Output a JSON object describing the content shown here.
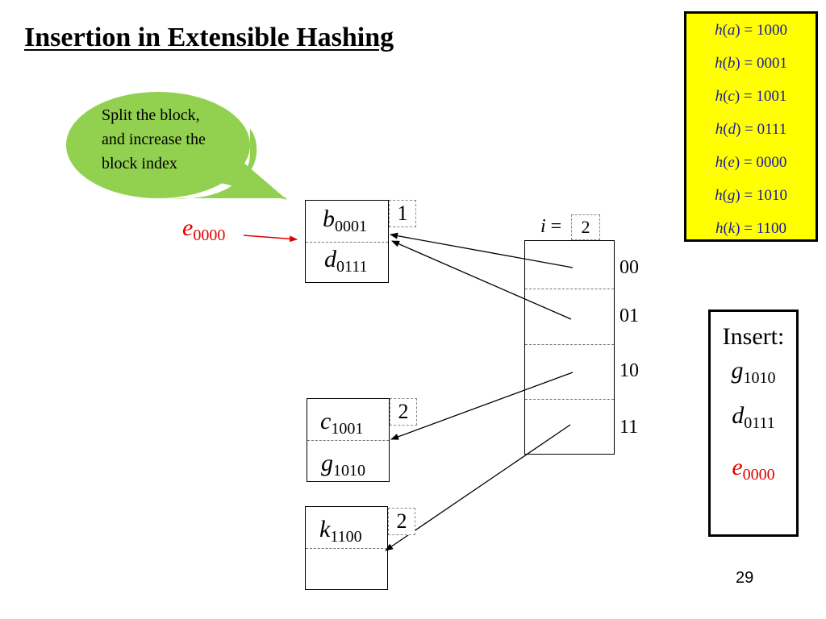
{
  "title": "Insertion in Extensible Hashing",
  "hash_table": {
    "rows": [
      {
        "key": "a",
        "value": "1000"
      },
      {
        "key": "b",
        "value": "0001"
      },
      {
        "key": "c",
        "value": "1001"
      },
      {
        "key": "d",
        "value": "0111"
      },
      {
        "key": "e",
        "value": "0000"
      },
      {
        "key": "g",
        "value": "1010"
      },
      {
        "key": "k",
        "value": "1100"
      }
    ]
  },
  "callout": {
    "lines": [
      "Split the block,",
      "and increase the",
      "block index"
    ]
  },
  "incoming": {
    "key": "e",
    "hash": "0000"
  },
  "directory": {
    "i_label": "i",
    "equals": "=",
    "global_depth": "2",
    "entries": [
      "00",
      "01",
      "10",
      "11"
    ]
  },
  "buckets": [
    {
      "depth": "1",
      "records": [
        {
          "key": "b",
          "hash": "0001"
        },
        {
          "key": "d",
          "hash": "0111"
        }
      ]
    },
    {
      "depth": "2",
      "records": [
        {
          "key": "c",
          "hash": "1001"
        },
        {
          "key": "g",
          "hash": "1010"
        }
      ]
    },
    {
      "depth": "2",
      "records": [
        {
          "key": "k",
          "hash": "1100"
        },
        {
          "key": "",
          "hash": ""
        }
      ]
    }
  ],
  "insert_panel": {
    "title": "Insert:",
    "items": [
      {
        "key": "g",
        "hash": "1010"
      },
      {
        "key": "d",
        "hash": "0111"
      },
      {
        "key": "e",
        "hash": "0000"
      }
    ]
  },
  "page_number": "29",
  "colors": {
    "highlight": "#ffff00",
    "bubble": "#92d050",
    "incoming": "#e00000",
    "hash_text": "#1a1aa0"
  }
}
